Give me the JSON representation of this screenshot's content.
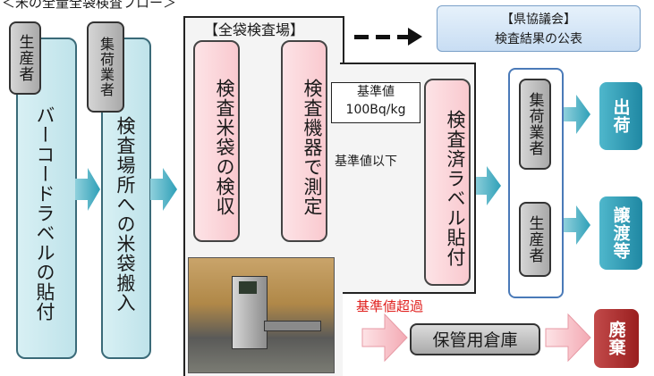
{
  "title": "＜米の全量全袋検査フロー＞",
  "producer_tag": "生産者",
  "collector_tag": "集荷業者",
  "barcode_step": "バーコードラベルの貼付",
  "transport_step": "検査場所への米袋搬入",
  "all_bag_site_label": "【全袋検査場】",
  "receive_step": "検査米袋の検収",
  "measure_step": "検査機器で測定",
  "standard_label": "基準値",
  "standard_value": "100Bq/kg",
  "below_standard_label": "基準値以下",
  "label_step": "検査済ラベル貼付",
  "council_title": "【県協議会】",
  "council_text": "検査結果の公表",
  "dest_collector": "集荷業者",
  "dest_producer": "生産者",
  "ship_label": "出荷",
  "transfer_label": "譲渡等",
  "exceed_label": "基準値超過",
  "storage_label": "保管用倉庫",
  "dispose_label": "廃棄",
  "colors": {
    "teal": "#2fa0b8",
    "red": "#b52a2a",
    "pink": "#f9c9cf",
    "exceed_text": "#e0201e"
  }
}
